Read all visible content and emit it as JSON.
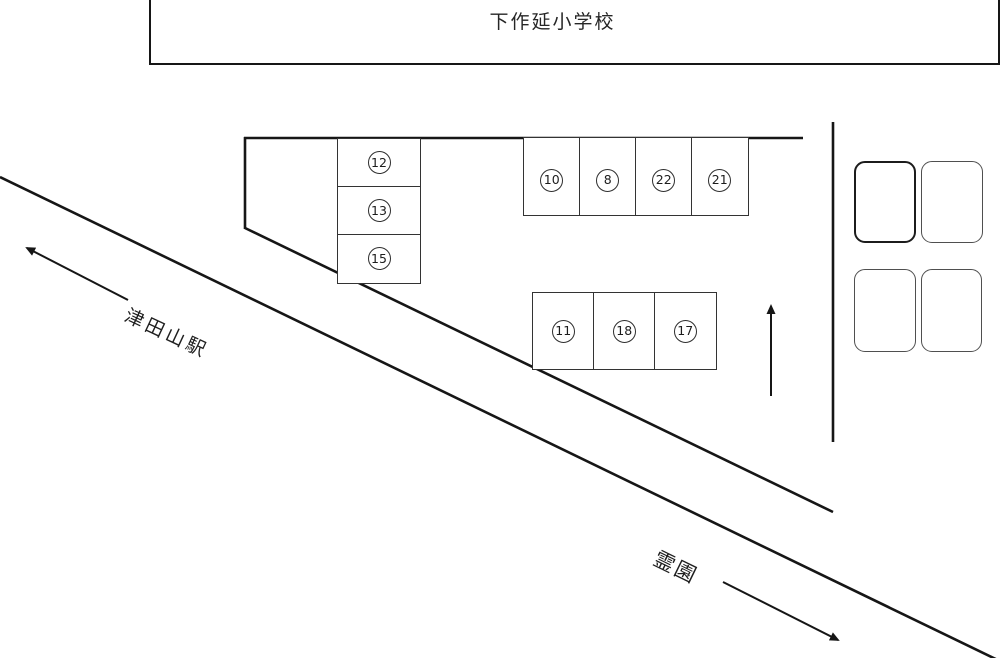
{
  "landmarks": {
    "school_label": "下作延小学校",
    "station_label": "津田山駅",
    "cemetery_label": "霊園"
  },
  "parking": {
    "left_column": [
      "12",
      "13",
      "15"
    ],
    "top_row": [
      "10",
      "8",
      "22",
      "21"
    ],
    "middle_row": [
      "11",
      "18",
      "17"
    ]
  },
  "icons": {
    "up_arrow": "up-direction-arrow",
    "station_arrow": "arrow-toward-station-upper-left",
    "cemetery_arrow": "arrow-toward-cemetery-lower-right"
  },
  "colors": {
    "line": "#161616",
    "cell_border": "#333333",
    "stall_border": "#4f4f4f"
  }
}
